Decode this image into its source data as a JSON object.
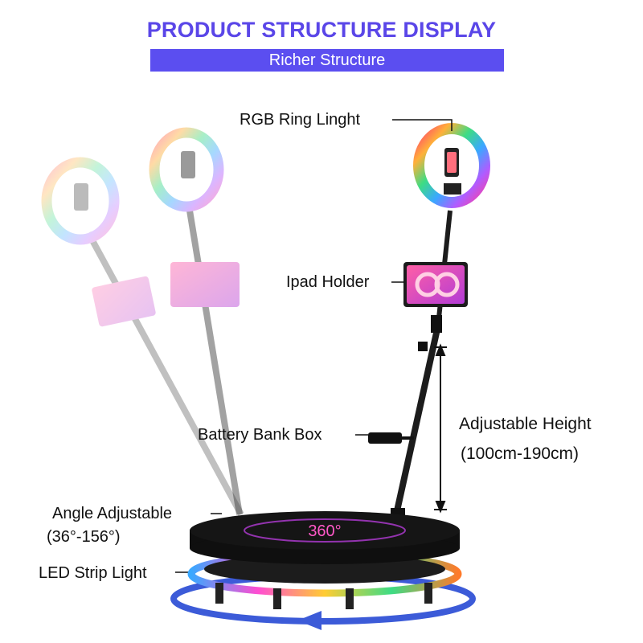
{
  "header": {
    "title": "PRODUCT STRUCTURE DISPLAY",
    "subtitle": "Richer Structure"
  },
  "colors": {
    "title": "#5a46e8",
    "banner": "#5b4ef0",
    "arrow": "#3c5bd8",
    "pole": "#1c1c1c",
    "platform": "#151515"
  },
  "labels": {
    "ring_light": "RGB Ring Linght",
    "ipad_holder": "Ipad Holder",
    "battery_box": "Battery Bank Box",
    "height": "Adjustable Height",
    "height_range": "(100cm-190cm)",
    "angle": "Angle Adjustable",
    "angle_range": "(36°-156°)",
    "led_strip": "LED Strip Light"
  },
  "platform_logo": "360°"
}
